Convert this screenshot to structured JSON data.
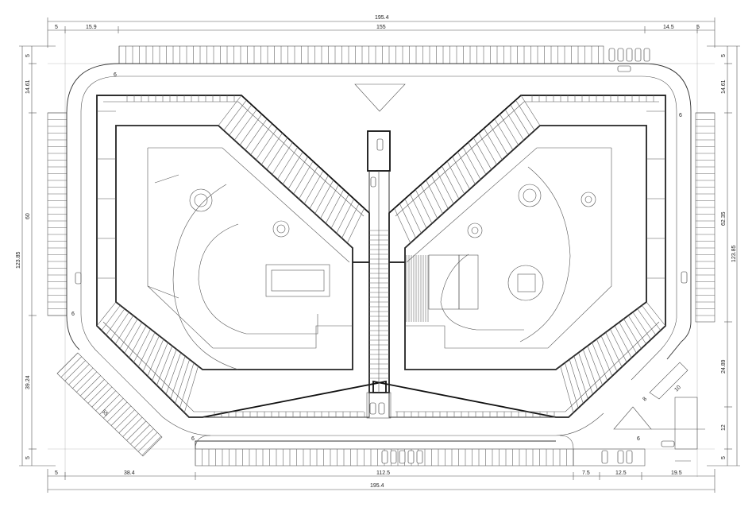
{
  "dimensions": {
    "top_total": "195.4",
    "top_segments": [
      "5",
      "15.9",
      "155",
      "14.5",
      "5"
    ],
    "bottom_segments": [
      "5",
      "38.4",
      "112.5",
      "7.5",
      "12.5",
      "19.5"
    ],
    "bottom_total": "195.4",
    "left_total": "123.85",
    "left_segments": [
      "5",
      "14.61",
      "60",
      "39.24",
      "5"
    ],
    "right_total": "123.85",
    "right_segments": [
      "5",
      "14.61",
      "62.35",
      "24.89",
      "12",
      "5"
    ],
    "inner_labels": [
      "6",
      "6",
      "6",
      "6",
      "6",
      "55",
      "10",
      "8"
    ]
  }
}
